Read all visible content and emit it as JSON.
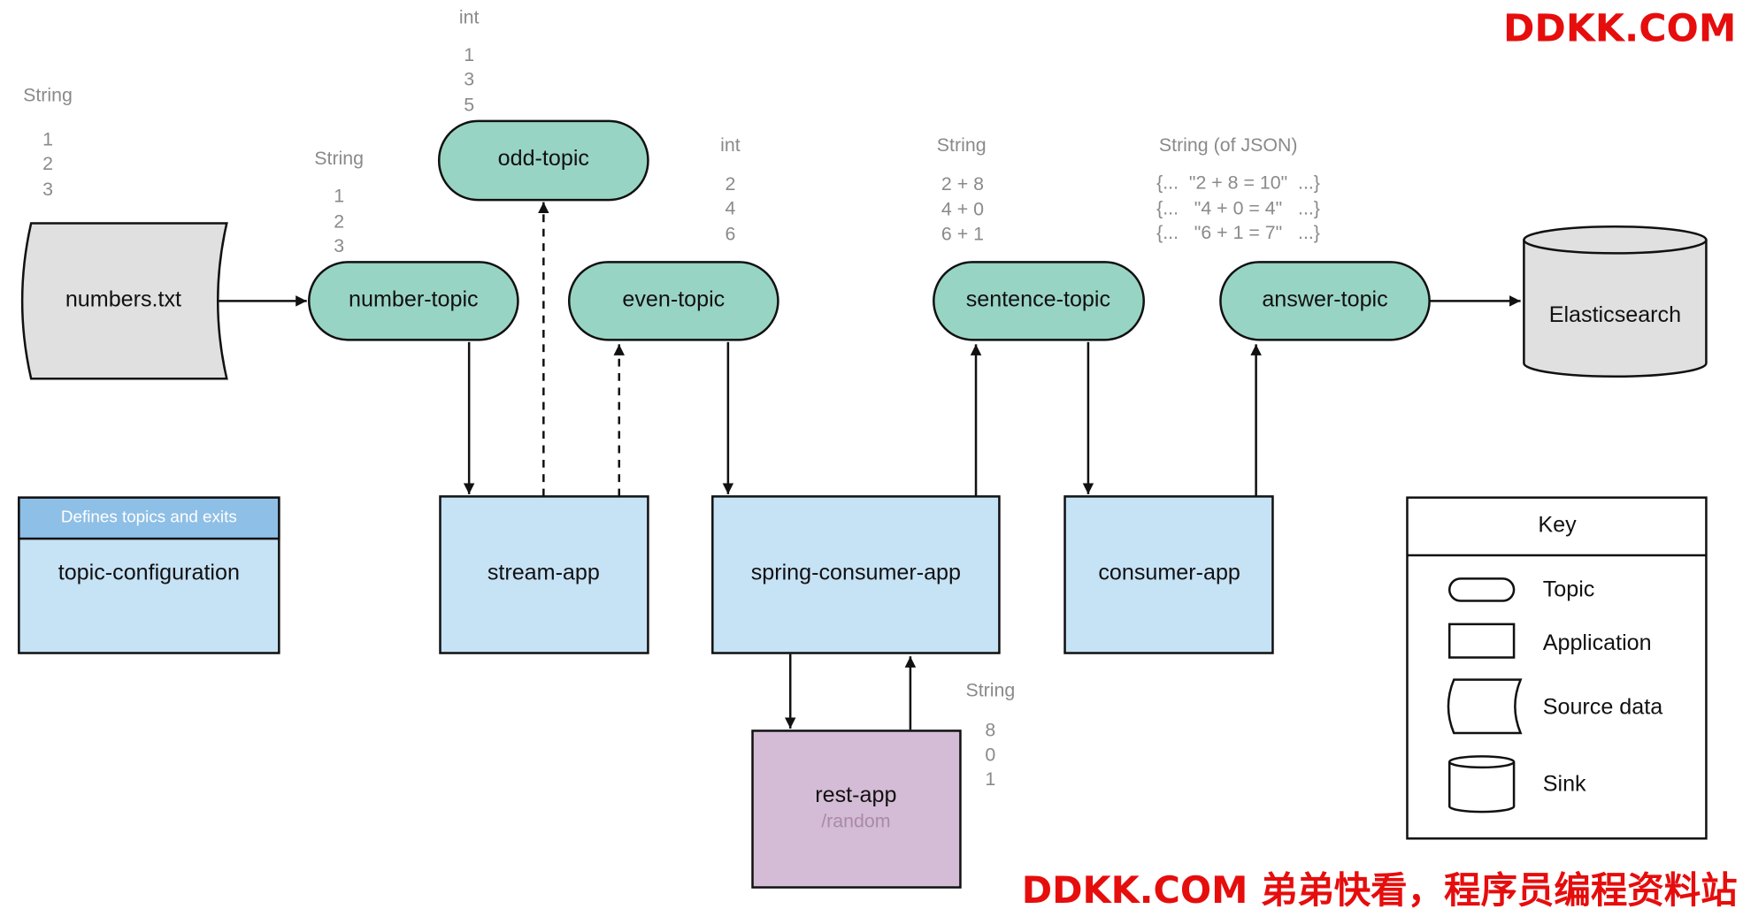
{
  "watermark": {
    "top": "DDKK.COM",
    "bottom": "DDKK.COM 弟弟快看，程序员编程资料站"
  },
  "colors": {
    "topic": "#98d4c4",
    "application": "#c6e2f5",
    "rest_app": "#d5bcd6",
    "source": "#e0e0e0",
    "header": "#8ebfe6",
    "watermark": "#e60d0d"
  },
  "nodes": {
    "numbers_txt": "numbers.txt",
    "number_topic": "number-topic",
    "odd_topic": "odd-topic",
    "even_topic": "even-topic",
    "sentence_topic": "sentence-topic",
    "answer_topic": "answer-topic",
    "elasticsearch": "Elasticsearch",
    "topic_configuration": "topic-configuration",
    "topic_configuration_header": "Defines topics and exits",
    "stream_app": "stream-app",
    "spring_consumer_app": "spring-consumer-app",
    "consumer_app": "consumer-app",
    "rest_app": "rest-app",
    "rest_app_path": "/random"
  },
  "annotations": {
    "numbers_txt": {
      "type": "String",
      "values": [
        "1",
        "2",
        "3"
      ]
    },
    "number_topic": {
      "type": "String",
      "values": [
        "1",
        "2",
        "3"
      ]
    },
    "odd_topic": {
      "type": "int",
      "values": [
        "1",
        "3",
        "5"
      ]
    },
    "even_topic": {
      "type": "int",
      "values": [
        "2",
        "4",
        "6"
      ]
    },
    "sentence_topic": {
      "type": "String",
      "values": [
        "2 + 8",
        "4 + 0",
        "6 + 1"
      ]
    },
    "answer_topic": {
      "type": "String (of JSON)",
      "values": [
        "{...  \"2 + 8 = 10\"  ...}",
        "{...   \"4 + 0 = 4\"   ...}",
        "{...   \"6 + 1 = 7\"   ...}"
      ]
    },
    "rest_app": {
      "type": "String",
      "values": [
        "8",
        "0",
        "1"
      ]
    }
  },
  "key": {
    "title": "Key",
    "items": [
      "Topic",
      "Application",
      "Source data",
      "Sink"
    ]
  }
}
